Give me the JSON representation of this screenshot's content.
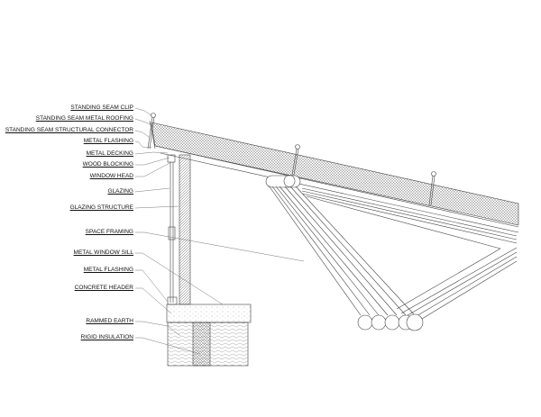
{
  "drawing": {
    "labels": [
      "STANDING SEAM CLIP",
      "STANDING SEAM METAL ROOFING",
      "STANDING SEAM STRUCTURAL CONNECTOR",
      "METAL FLASHING",
      "METAL DECKING",
      "WOOD BLOCKING",
      "WINDOW HEAD",
      "GLAZING",
      "GLAZING STRUCTURE",
      "SPACE FRAMING",
      "METAL WINDOW SILL",
      "METAL FLASHING",
      "CONCRETE HEADER",
      "RAMMED EARTH",
      "RIGID INSULATION"
    ],
    "line_color": "#444444"
  }
}
